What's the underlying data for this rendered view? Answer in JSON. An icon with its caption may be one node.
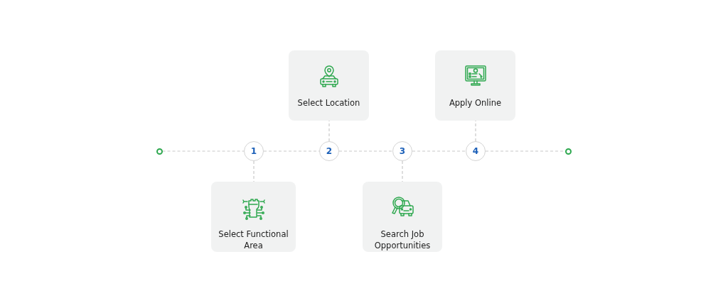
{
  "diagram": {
    "nodes": [
      {
        "text": [],
        "shape": "circle"
      },
      {
        "text": [
          "1"
        ]
      },
      {
        "text": [
          "2"
        ]
      },
      {
        "text": [
          "3"
        ]
      },
      {
        "text": [
          "4"
        ]
      },
      {
        "text": [],
        "shape": "circle"
      },
      {
        "text": [
          "Select Location"
        ]
      },
      {
        "text": [
          "Apply Online"
        ]
      },
      {
        "text": [
          "Select Functional Area"
        ]
      },
      {
        "text": [
          "Search Job Opportunities"
        ]
      }
    ],
    "edges": [
      {
        "from": 0,
        "to": 1,
        "arrow": "none",
        "style": "dashed"
      },
      {
        "from": 1,
        "to": 2,
        "arrow": "none",
        "style": "dashed"
      },
      {
        "from": 2,
        "to": 3,
        "arrow": "none",
        "style": "dashed"
      },
      {
        "from": 3,
        "to": 4,
        "arrow": "none",
        "style": "dashed"
      },
      {
        "from": 4,
        "to": 5,
        "arrow": "none",
        "style": "dashed"
      },
      {
        "from": 1,
        "to": 8,
        "arrow": "none",
        "style": "dashed"
      },
      {
        "from": 2,
        "to": 6,
        "arrow": "none",
        "style": "dashed"
      },
      {
        "from": 3,
        "to": 9,
        "arrow": "none",
        "style": "dashed"
      },
      {
        "from": 4,
        "to": 7,
        "arrow": "none",
        "style": "dashed"
      }
    ]
  }
}
